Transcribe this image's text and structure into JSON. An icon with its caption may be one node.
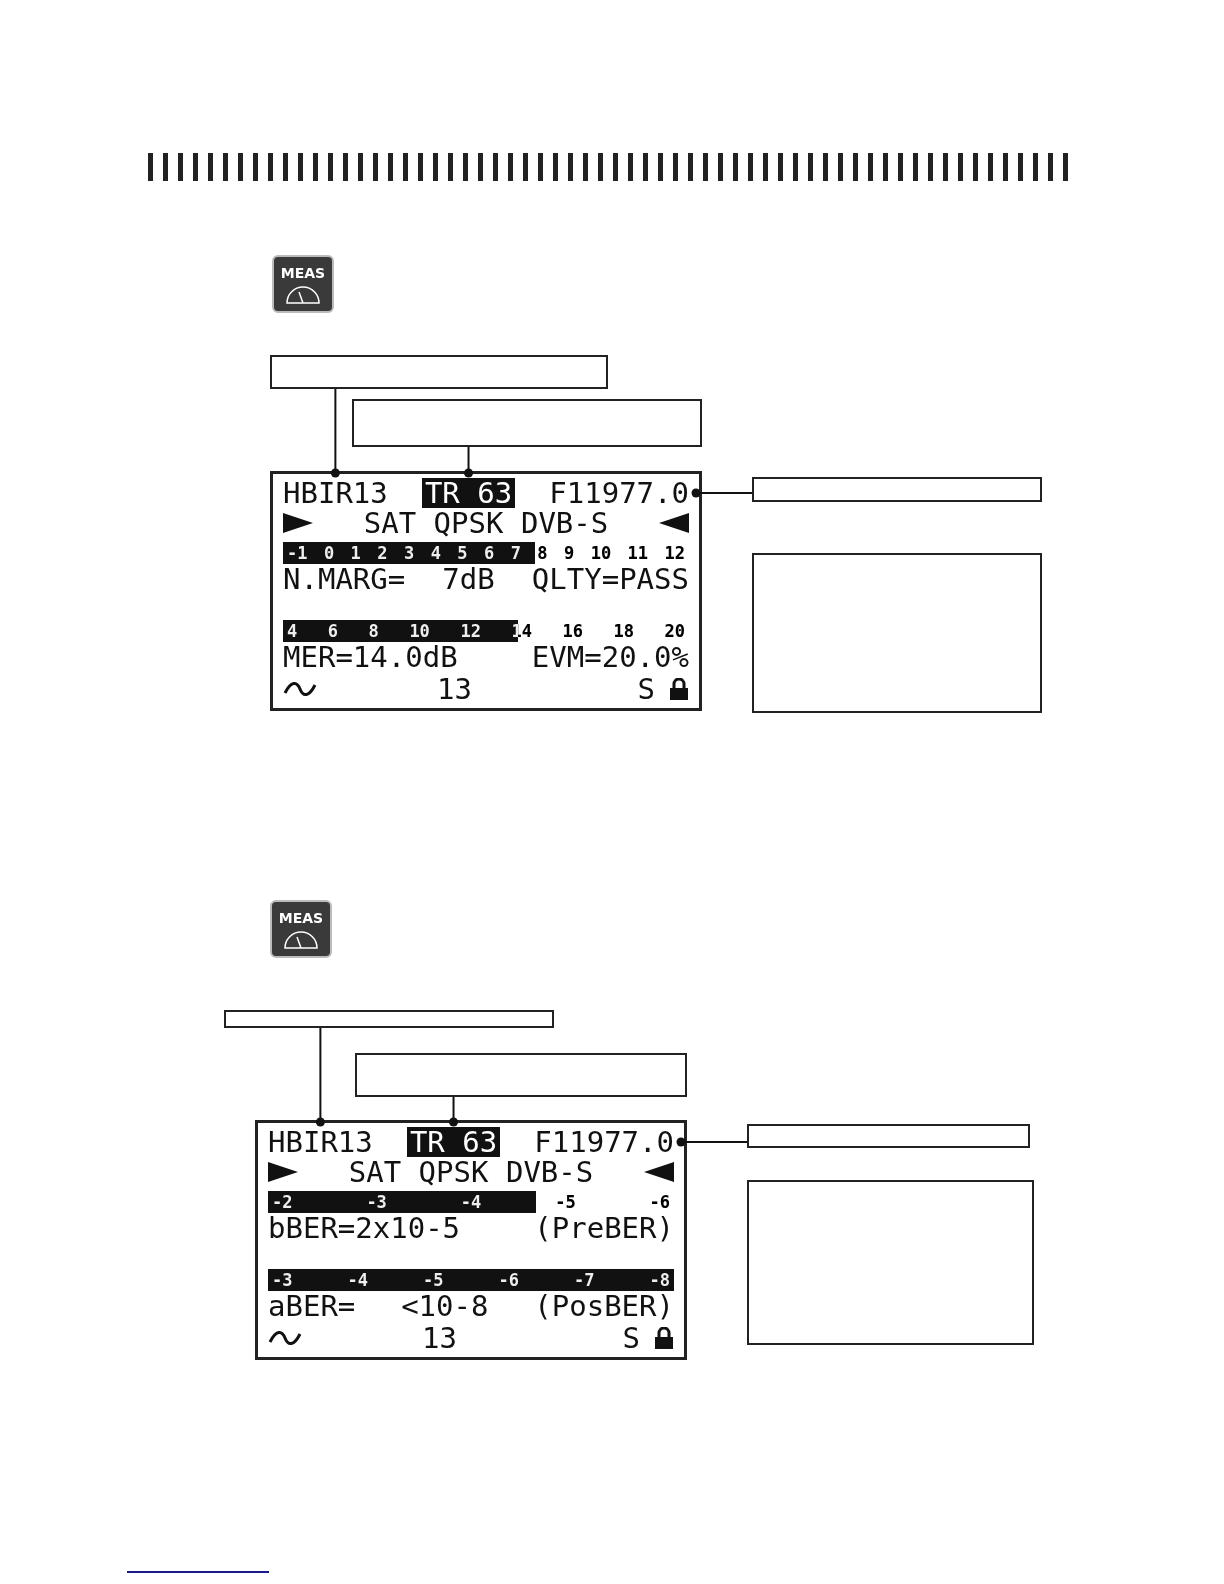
{
  "diagram": {
    "nodes": [
      {
        "text": [],
        "shape": "box"
      },
      {
        "text": [],
        "shape": "box"
      },
      {
        "text": [],
        "shape": "box"
      },
      {
        "text": [],
        "shape": "box"
      },
      {
        "text": [
          "SAT QPSK DVB-S",
          "-1 0 1 2 3 4 5 6 7 8 9 10 11 12",
          "N.MARG= 7dB QLTY=PASS",
          "4 6 8 10 12 14 16 18 20",
          "MER=14.0dB EVM=20.0%",
          "13",
          "S"
        ]
      },
      {
        "text": [
          "HBIR13"
        ],
        "in": 4
      },
      {
        "text": [
          "TR 63"
        ],
        "in": 4
      },
      {
        "text": [
          "F11977.0"
        ],
        "in": 4
      },
      {
        "text": [],
        "shape": "box"
      },
      {
        "text": [],
        "shape": "box"
      },
      {
        "text": [],
        "shape": "box"
      },
      {
        "text": [],
        "shape": "box"
      },
      {
        "text": [
          "SAT QPSK DVB-S",
          "-2 -3 -4 -5 -6",
          "bBER=2x10-5 (PreBER)",
          "-3 -4 -5 -6 -7 -8",
          "aBER= <10-8 (PosBER)",
          "13",
          "S"
        ]
      },
      {
        "text": [
          "HBIR13"
        ],
        "in": 12
      },
      {
        "text": [
          "TR 63"
        ],
        "in": 12
      },
      {
        "text": [
          "F11977.0"
        ],
        "in": 12
      }
    ],
    "edges": [
      {
        "from": 0,
        "to": 5,
        "arrow": "other"
      },
      {
        "from": 1,
        "to": 6,
        "arrow": "other"
      },
      {
        "from": 2,
        "to": 7,
        "arrow": "other"
      },
      {
        "from": 8,
        "to": 13,
        "arrow": "other"
      },
      {
        "from": 9,
        "to": 14,
        "arrow": "other"
      },
      {
        "from": 10,
        "to": 15,
        "arrow": "other"
      }
    ],
    "labels": [
      "MEAS",
      "MEAS"
    ]
  }
}
